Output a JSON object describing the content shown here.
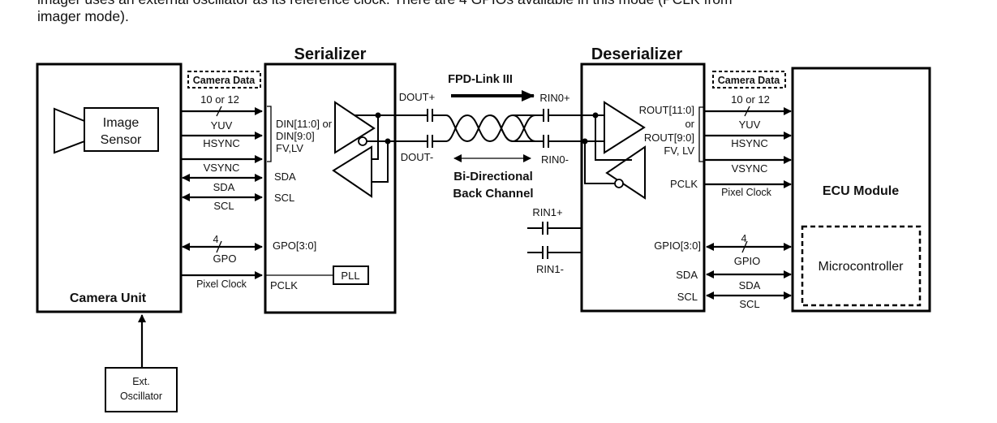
{
  "intro_text": {
    "line1": "imager uses an external oscillator as its reference clock. There are 4 GPIOs available in this mode (PCLK from",
    "line2": "imager mode)."
  },
  "diagram": {
    "serializer_title": "Serializer",
    "deserializer_title": "Deserializer",
    "camera_unit": {
      "label": "Camera Unit",
      "image_sensor_line1": "Image",
      "image_sensor_line2": "Sensor"
    },
    "ext_oscillator": {
      "line1": "Ext.",
      "line2": "Oscillator"
    },
    "left_bus": {
      "camera_data_tag": "Camera Data",
      "width_label": "10 or 12",
      "signals": [
        "YUV",
        "HSYNC",
        "VSYNC",
        "SDA",
        "SCL"
      ],
      "gpo_width": "4",
      "gpo_label": "GPO",
      "pixel_clock": "Pixel Clock"
    },
    "serializer_pins": {
      "din_line1": "DIN[11:0] or",
      "din_line2": "DIN[9:0]",
      "din_line3": "FV,LV",
      "sda": "SDA",
      "scl": "SCL",
      "gpo": "GPO[3:0]",
      "pclk": "PCLK",
      "pll": "PLL"
    },
    "link": {
      "dout_plus": "DOUT+",
      "dout_minus": "DOUT-",
      "rin0_plus": "RIN0+",
      "rin0_minus": "RIN0-",
      "rin1_plus": "RIN1+",
      "rin1_minus": "RIN1-",
      "fpd_link": "FPD-Link III",
      "back_channel_line1": "Bi-Directional",
      "back_channel_line2": "Back Channel"
    },
    "deserializer_pins": {
      "rout_line1": "ROUT[11:0]",
      "rout_line2": "or",
      "rout_line3": "ROUT[9:0]",
      "rout_line4": "FV, LV",
      "pclk": "PCLK",
      "gpio": "GPIO[3:0]",
      "sda": "SDA",
      "scl": "SCL"
    },
    "right_bus": {
      "camera_data_tag": "Camera Data",
      "width_label": "10 or 12",
      "signals": [
        "YUV",
        "HSYNC",
        "VSYNC",
        "Pixel Clock"
      ],
      "gpio_width": "4",
      "gpio_label": "GPIO",
      "sda": "SDA",
      "scl": "SCL"
    },
    "ecu_module": {
      "label": "ECU Module",
      "microcontroller": "Microcontroller"
    }
  }
}
